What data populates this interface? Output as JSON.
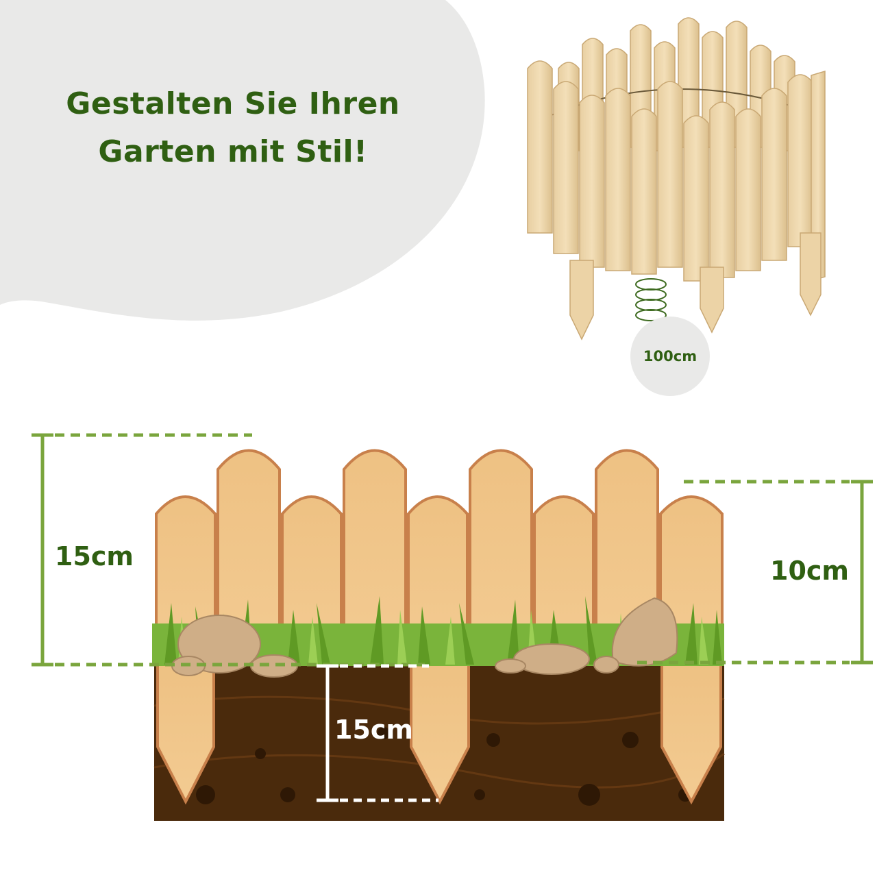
{
  "headline": {
    "line1": "Gestalten Sie Ihren",
    "line2": "Garten mit Stil!"
  },
  "roll_badge": {
    "length": "100cm"
  },
  "dimensions": {
    "total_height": "15cm",
    "short_height": "10cm",
    "ground_depth": "15cm"
  },
  "colors": {
    "headline_green": "#2f5f12",
    "measure_green": "#7aa53d",
    "wood": "#eec183",
    "wood_outline": "#c8804b",
    "soil": "#4a2a0c",
    "blob_gray": "#e9e9e8"
  }
}
